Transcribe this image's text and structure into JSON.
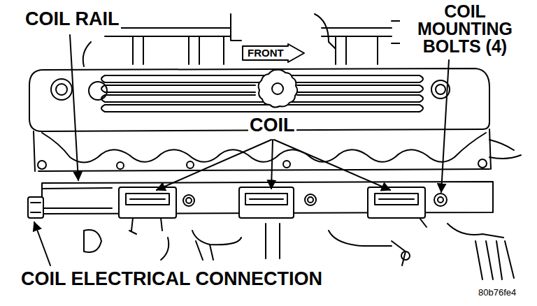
{
  "diagram": {
    "nodes": [
      {
        "text": [
          "FRONT"
        ]
      }
    ],
    "labels": [
      "COIL RAIL",
      "COIL MOUNTING BOLTS (4)",
      "COIL",
      "COIL ELECTRICAL CONNECTION",
      "80b76fe4"
    ]
  }
}
